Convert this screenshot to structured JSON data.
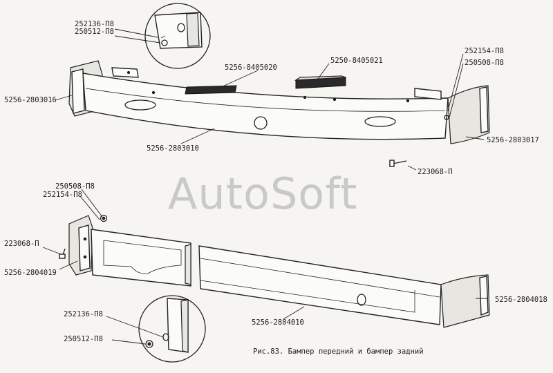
{
  "watermark": "AutoSoft",
  "caption": "Рис.83. Бампер передний и бампер задний",
  "front": {
    "detail_bolt": "252136-П8",
    "detail_nut": "250512-П8",
    "pad_left": "5256-8405020",
    "pad_right": "5250-8405021",
    "washer_right": "252154-П8",
    "nut_right": "250508-П8",
    "end_left": "5256-2803016",
    "beam": "5256-2803010",
    "end_right": "5256-2803017",
    "bolt_right": "223068-П"
  },
  "rear": {
    "nut_top": "250508-П8",
    "washer_top": "252154-П8",
    "bolt_left": "223068-П",
    "end_left": "5256-2804019",
    "end_right": "5256-2804018",
    "beam": "5256-2804010",
    "detail_bolt": "252136-П8",
    "detail_nut": "250512-П8"
  }
}
